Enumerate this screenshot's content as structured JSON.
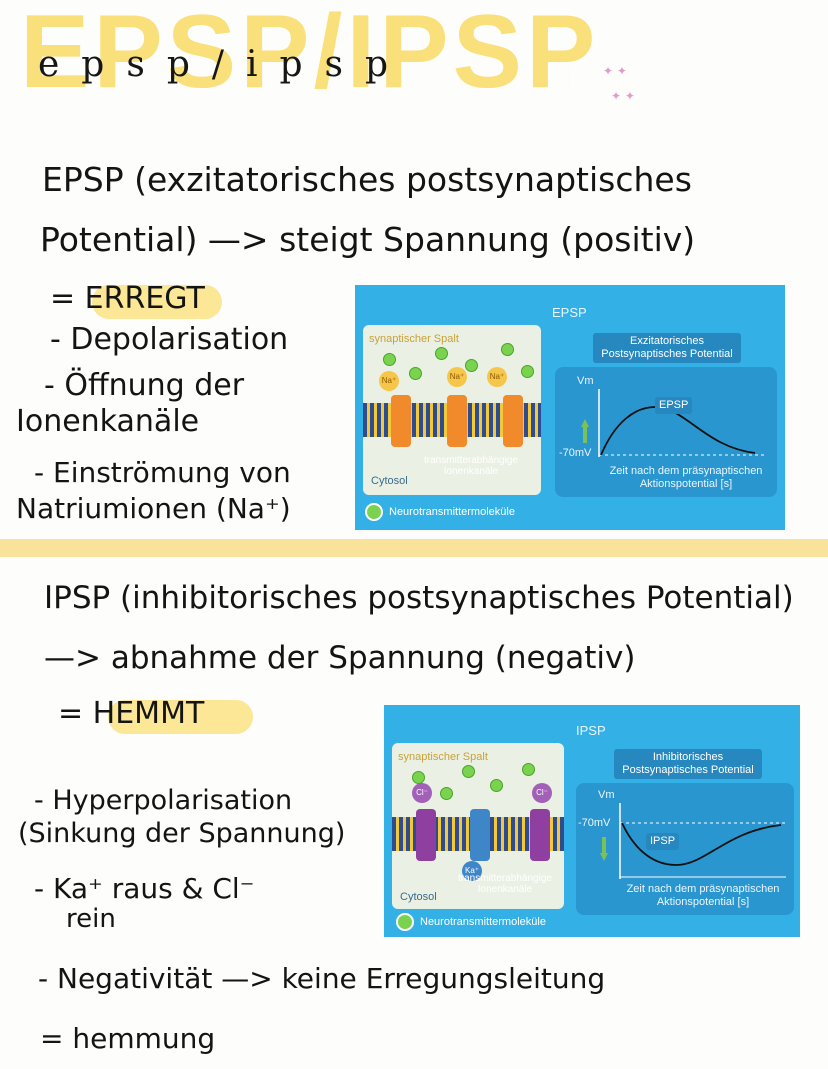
{
  "header": {
    "title_big": "EPSP/IPSP",
    "title_small": "epsp/ipsp"
  },
  "epsp_notes": {
    "line1": "EPSP (exzitatorisches postsynaptisches",
    "line2": "Potential) —> steigt Spannung (positiv)",
    "line3": "= ERREGT",
    "line4": "- Depolarisation",
    "line5": "- Öffnung der",
    "line6": "Ionenkanäle",
    "line7": "- Einströmung von",
    "line8": "Natriumionen (Na⁺)"
  },
  "epsp_figure": {
    "title": "EPSP",
    "syn_label": "synaptischer Spalt",
    "cytosol": "Cytosol",
    "channel_note": "transmitterabhängige Ionenkanäle",
    "ion": "Na⁺",
    "legend": "Neurotransmittermoleküle",
    "graph_title_line1": "Exzitatorisches",
    "graph_title_line2": "Postsynaptisches Potential",
    "axis_y": "Vm",
    "baseline": "-70mV",
    "curve_label": "EPSP",
    "axis_x_line1": "Zeit nach dem präsynaptischen",
    "axis_x_line2": "Aktionspotential [s]"
  },
  "ipsp_notes": {
    "line1": "IPSP (inhibitorisches postsynaptisches Potential)",
    "line2": "—> abnahme der Spannung (negativ)",
    "line3": "= HEMMT",
    "line4": "- Hyperpolarisation",
    "line5": "(Sinkung der Spannung)",
    "line6": "- Ka⁺ raus & Cl⁻",
    "line7": "rein",
    "line8": "- Negativität —> keine Erregungsleitung",
    "line9": "= hemmung"
  },
  "ipsp_figure": {
    "title": "IPSP",
    "syn_label": "synaptischer Spalt",
    "cytosol": "Cytosol",
    "channel_note": "transmitterabhängige Ionenkanäle",
    "ion_cl": "Cl⁻",
    "ion_ka": "Ka⁺",
    "legend": "Neurotransmittermoleküle",
    "graph_title_line1": "Inhibitorisches",
    "graph_title_line2": "Postsynaptisches Potential",
    "axis_y": "Vm",
    "baseline": "-70mV",
    "curve_label": "IPSP",
    "axis_x_line1": "Zeit nach dem präsynaptischen",
    "axis_x_line2": "Aktionspotential [s]"
  },
  "colors": {
    "highlight": "#fbe48a",
    "panel": "#33b1e6",
    "moon": "#f4b6d9"
  }
}
